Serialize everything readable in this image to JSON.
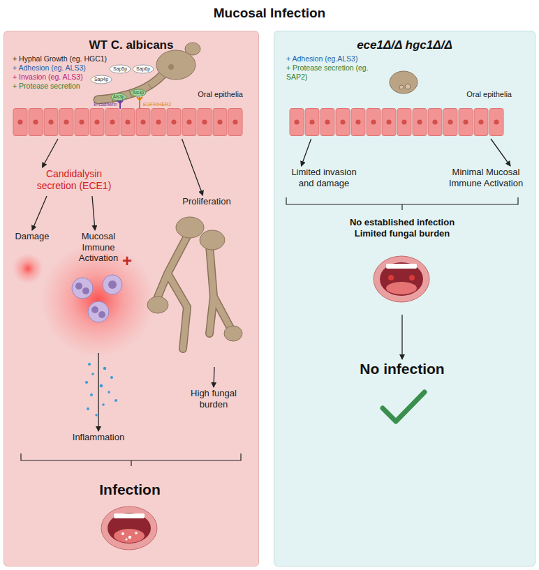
{
  "diagram": {
    "title": "Mucosal Infection",
    "nodes": [
      {
        "text": [
          "WT C. albicans"
        ]
      },
      {
        "text": [
          "Oral epithelia"
        ],
        "in": 0
      },
      {
        "text": [
          "Candidalysin secretion (ECE1)"
        ],
        "in": 0
      },
      {
        "text": [
          "Proliferation"
        ],
        "in": 0
      },
      {
        "text": [
          "Damage"
        ],
        "in": 0
      },
      {
        "text": [
          "Mucosal Immune Activation"
        ],
        "in": 0
      },
      {
        "text": [
          "High fungal burden"
        ],
        "in": 0
      },
      {
        "text": [
          "Inflammation"
        ],
        "in": 0
      },
      {
        "text": [
          "Infection"
        ],
        "in": 0
      },
      {
        "text": [
          "ece1Δ/Δ hgc1Δ/Δ"
        ]
      },
      {
        "text": [
          "Oral epithelia"
        ],
        "in": 9
      },
      {
        "text": [
          "Limited invasion and damage"
        ],
        "in": 9
      },
      {
        "text": [
          "Minimal Mucosal Immune Activation"
        ],
        "in": 9
      },
      {
        "text": [
          "No established infection Limited fungal burden"
        ],
        "in": 9
      },
      {
        "text": [
          "No infection"
        ],
        "in": 9
      }
    ],
    "edges": [
      {
        "from": 1,
        "to": 2,
        "arrow": "to"
      },
      {
        "from": 1,
        "to": 3,
        "arrow": "to"
      },
      {
        "from": 2,
        "to": 4,
        "arrow": "to"
      },
      {
        "from": 2,
        "to": 5,
        "arrow": "to"
      },
      {
        "from": 5,
        "to": 7,
        "arrow": "to"
      },
      {
        "from": 3,
        "to": 6,
        "arrow": "to"
      },
      {
        "from": 10,
        "to": 11,
        "arrow": "to"
      },
      {
        "from": 10,
        "to": 12,
        "arrow": "to"
      },
      {
        "from": 13,
        "to": 14,
        "arrow": "to"
      }
    ],
    "labels": [
      "+ Hyphal Growth (eg. HGC1)",
      "+ Adhesion (eg. ALS3)",
      "+ Invasion (eg. ALS3)",
      "+ Protease secretion",
      "Sap5p",
      "Sap4p",
      "Sap6p",
      "Als3p",
      "Als3p",
      "E-cadherin",
      "EGFR/HER2",
      "+",
      "+ Adhesion (eg.ALS3)",
      "+ Protease secretion (eg. SAP2)"
    ]
  }
}
